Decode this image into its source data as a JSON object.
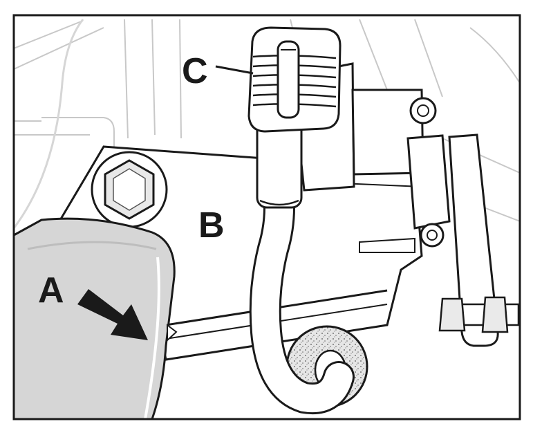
{
  "labels": {
    "a": "A",
    "b": "B",
    "c": "C"
  },
  "colors": {
    "frame": "#1a1a1a",
    "line": "#3a3a3a",
    "light_gray": "#d6d6d6",
    "mid_gray": "#bdbdbd",
    "paper": "#ffffff",
    "arrow": "#1a1a1a"
  }
}
